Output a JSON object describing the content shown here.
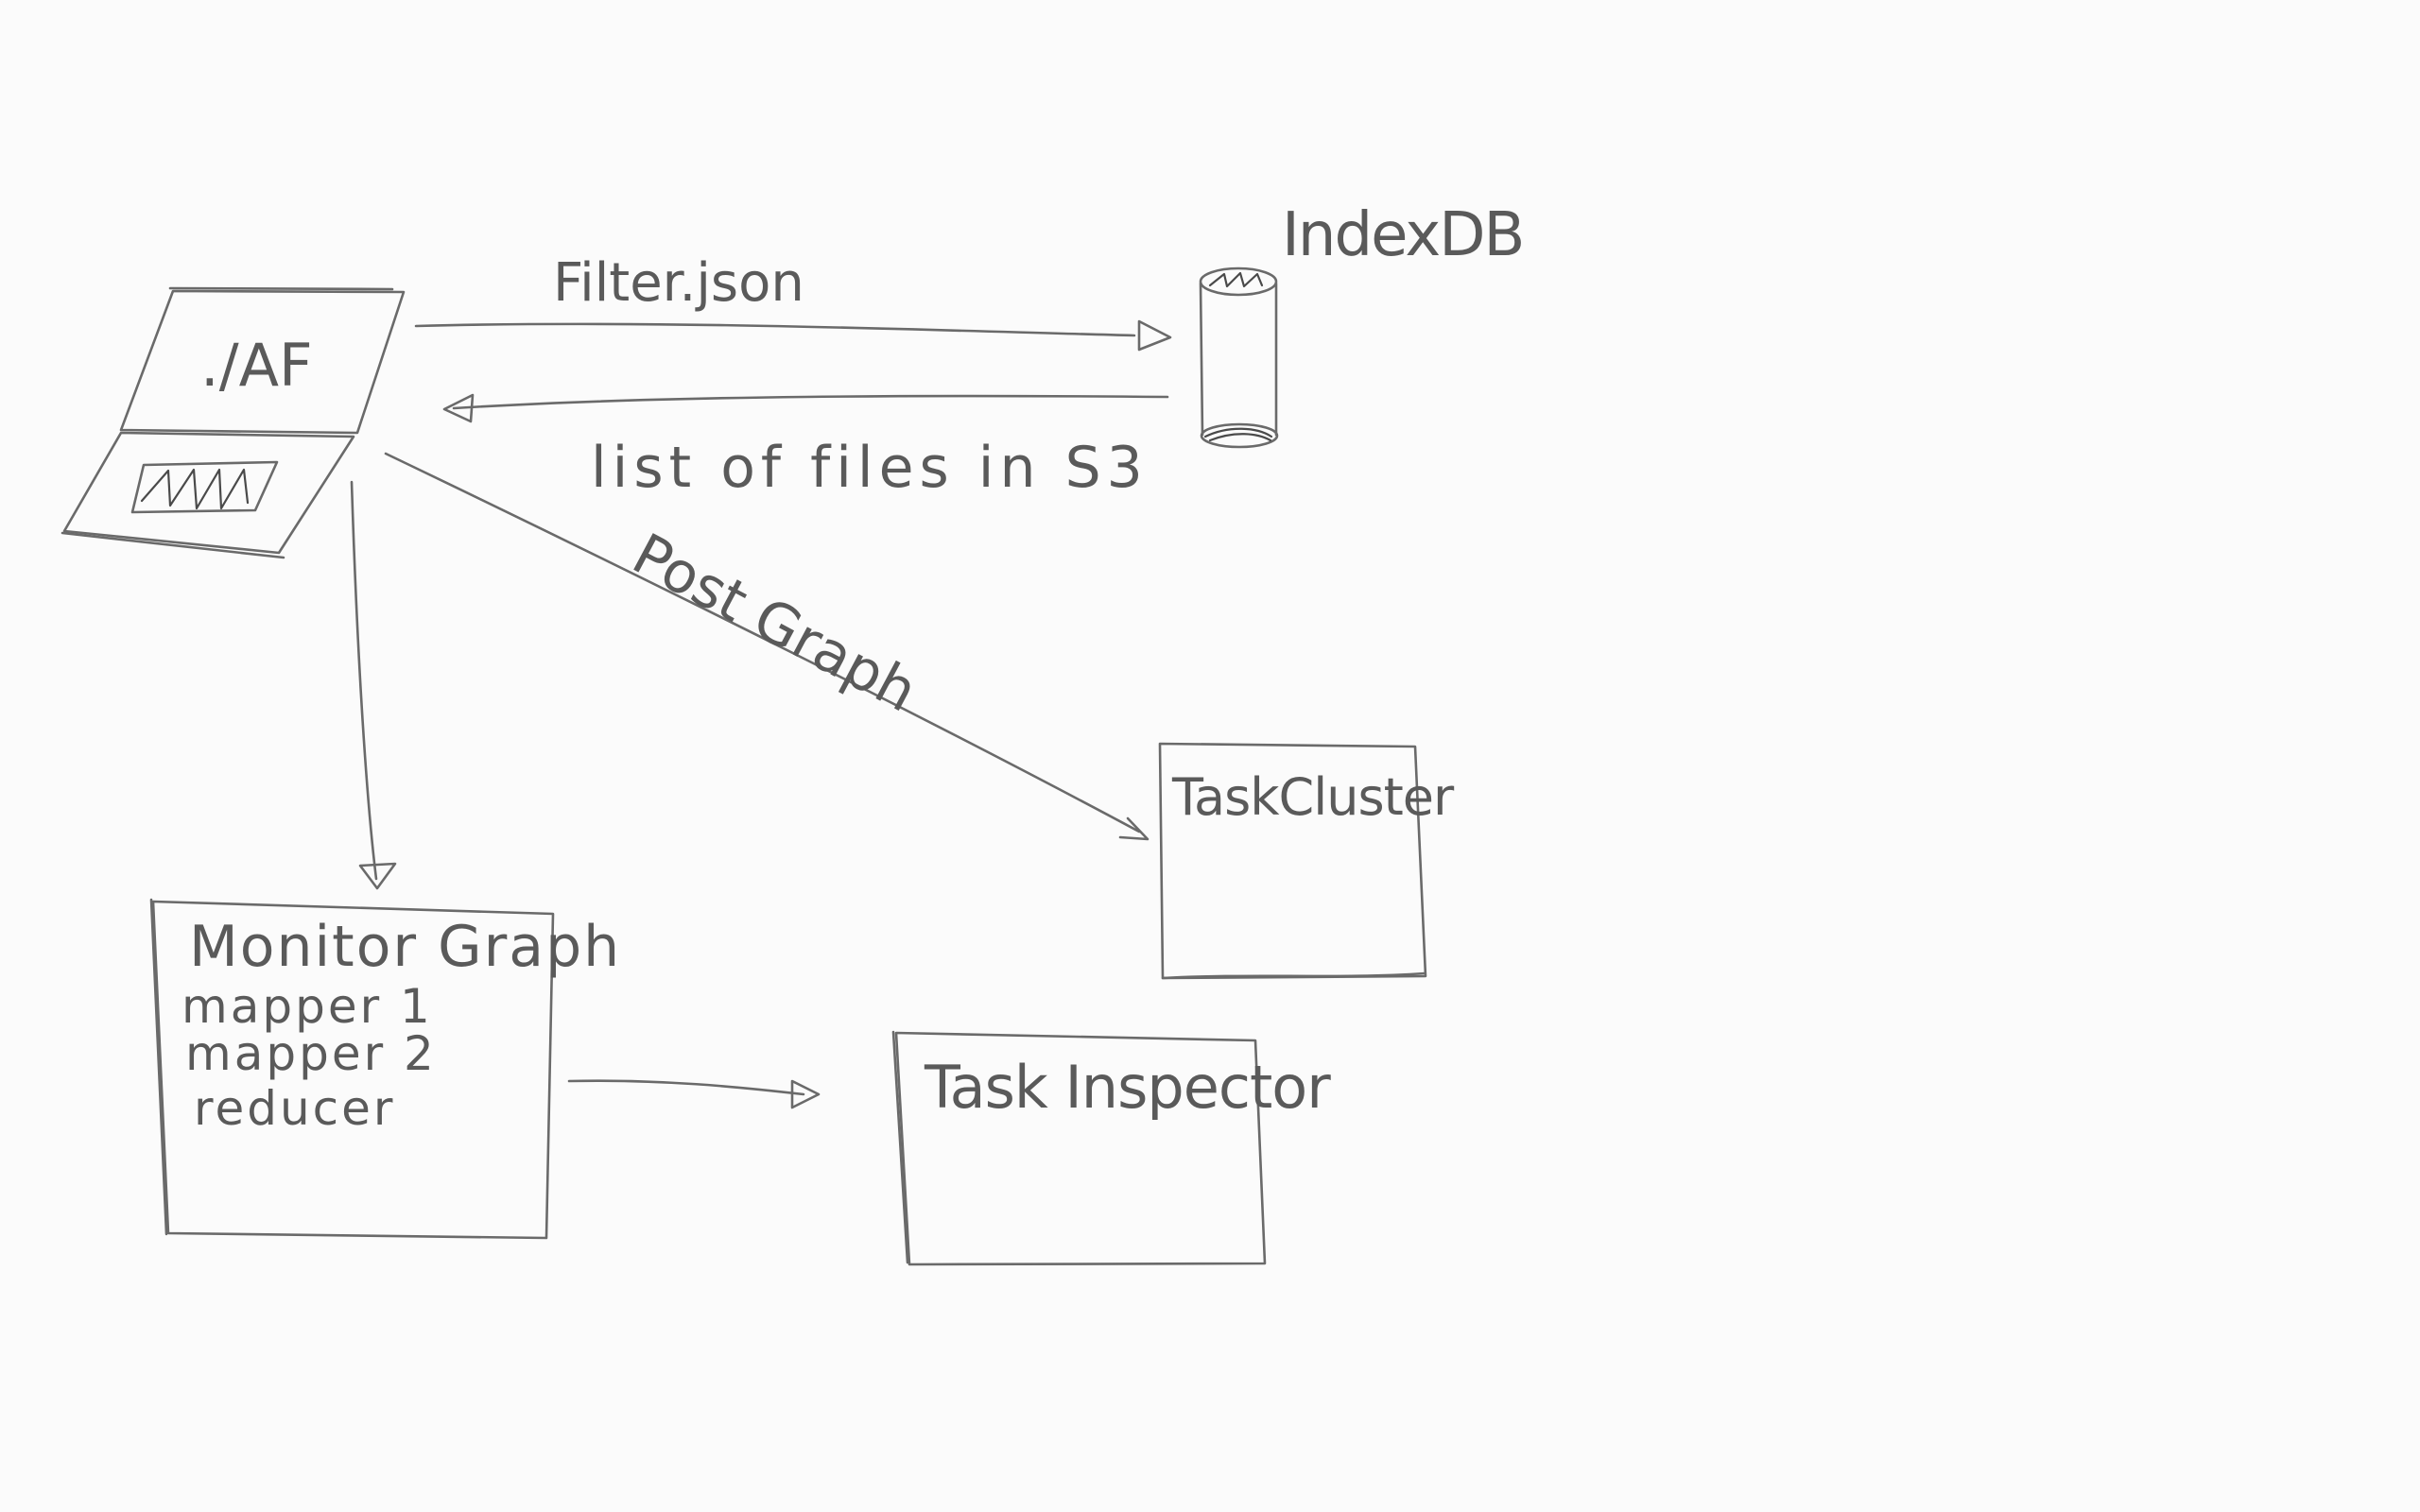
{
  "laptop": {
    "screen_label": "./AF"
  },
  "database": {
    "label": "IndexDB"
  },
  "arrows": {
    "request_label": "Filter.json",
    "response_label": "list of files in S3",
    "post_label": "Post Graph"
  },
  "task_cluster": {
    "title": "TaskCluster"
  },
  "monitor_graph": {
    "title": "Monitor Graph",
    "items": [
      "mapper 1",
      "mapper 2",
      "reducer"
    ]
  },
  "task_inspector": {
    "title": "Task Inspector"
  }
}
